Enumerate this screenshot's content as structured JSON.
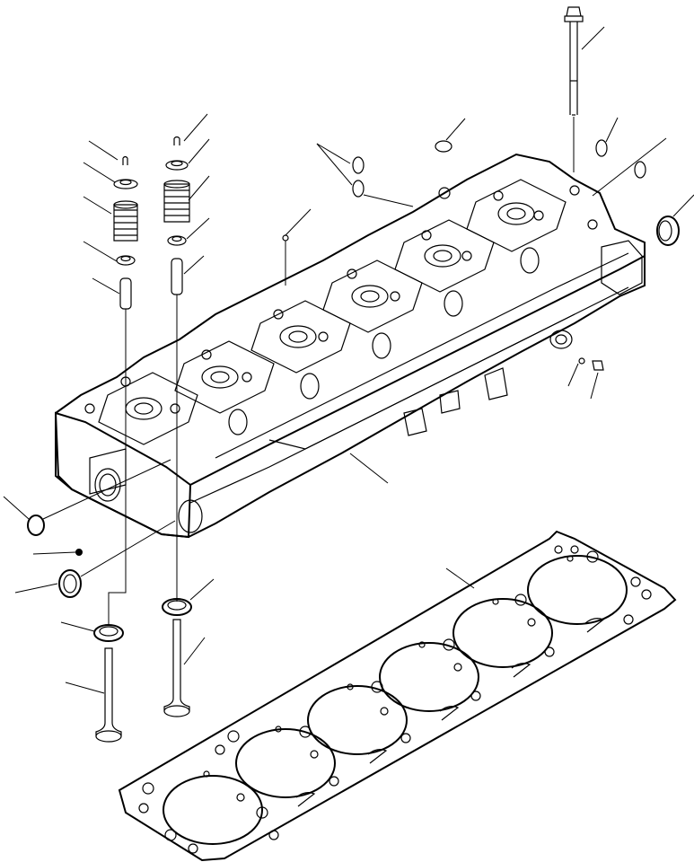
{
  "figure": {
    "kind": "exploded-parts-diagram",
    "background_color": "#ffffff",
    "line_color": "#000000"
  },
  "parts": [
    {
      "name": "cylinder-head"
    },
    {
      "name": "head-gasket"
    },
    {
      "name": "head-bolt"
    },
    {
      "name": "valve-keeper"
    },
    {
      "name": "spring-retainer"
    },
    {
      "name": "valve-spring"
    },
    {
      "name": "valve-stem-seal"
    },
    {
      "name": "valve-guide"
    },
    {
      "name": "valve-seat-insert"
    },
    {
      "name": "intake-valve"
    },
    {
      "name": "exhaust-valve"
    },
    {
      "name": "o-ring"
    },
    {
      "name": "expansion-plug"
    },
    {
      "name": "ball-plug"
    },
    {
      "name": "port-seal"
    },
    {
      "name": "screw-plug"
    }
  ]
}
